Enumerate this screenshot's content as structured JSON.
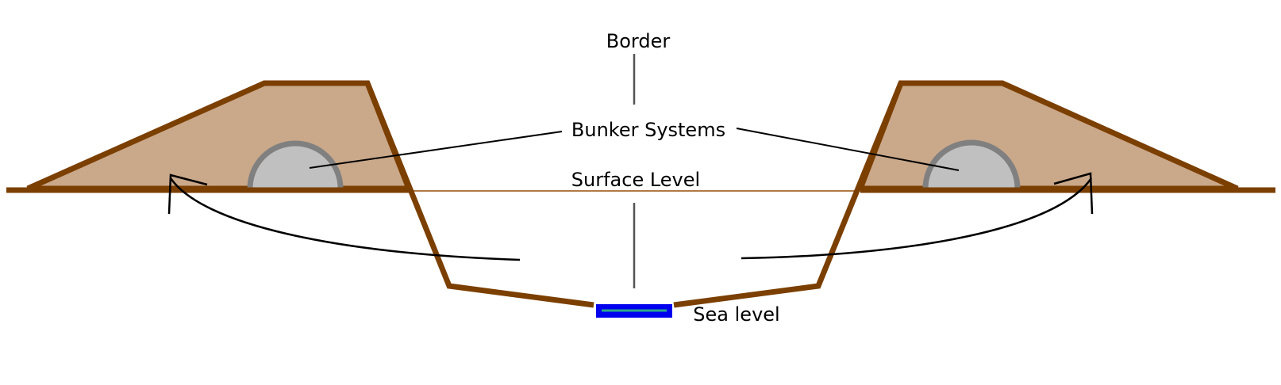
{
  "labels": {
    "border": "Border",
    "bunker_systems": "Bunker Systems",
    "surface_level": "Surface Level",
    "sea_level": "Sea level"
  },
  "colors": {
    "earth_fill": "#caa88a",
    "earth_outline": "#7b3f00",
    "bunker_fill": "#c0c0c0",
    "bunker_outline": "#808080",
    "surface_line": "#b07a45",
    "water_outline": "#0000ee",
    "water_stripe": "#2aa88a",
    "pointer_lines": "#000000",
    "arrows": "#000000",
    "border_marker": "#555555"
  },
  "icons": {
    "left_arrow": "curved-arrow-up-left",
    "right_arrow": "curved-arrow-up-right"
  }
}
